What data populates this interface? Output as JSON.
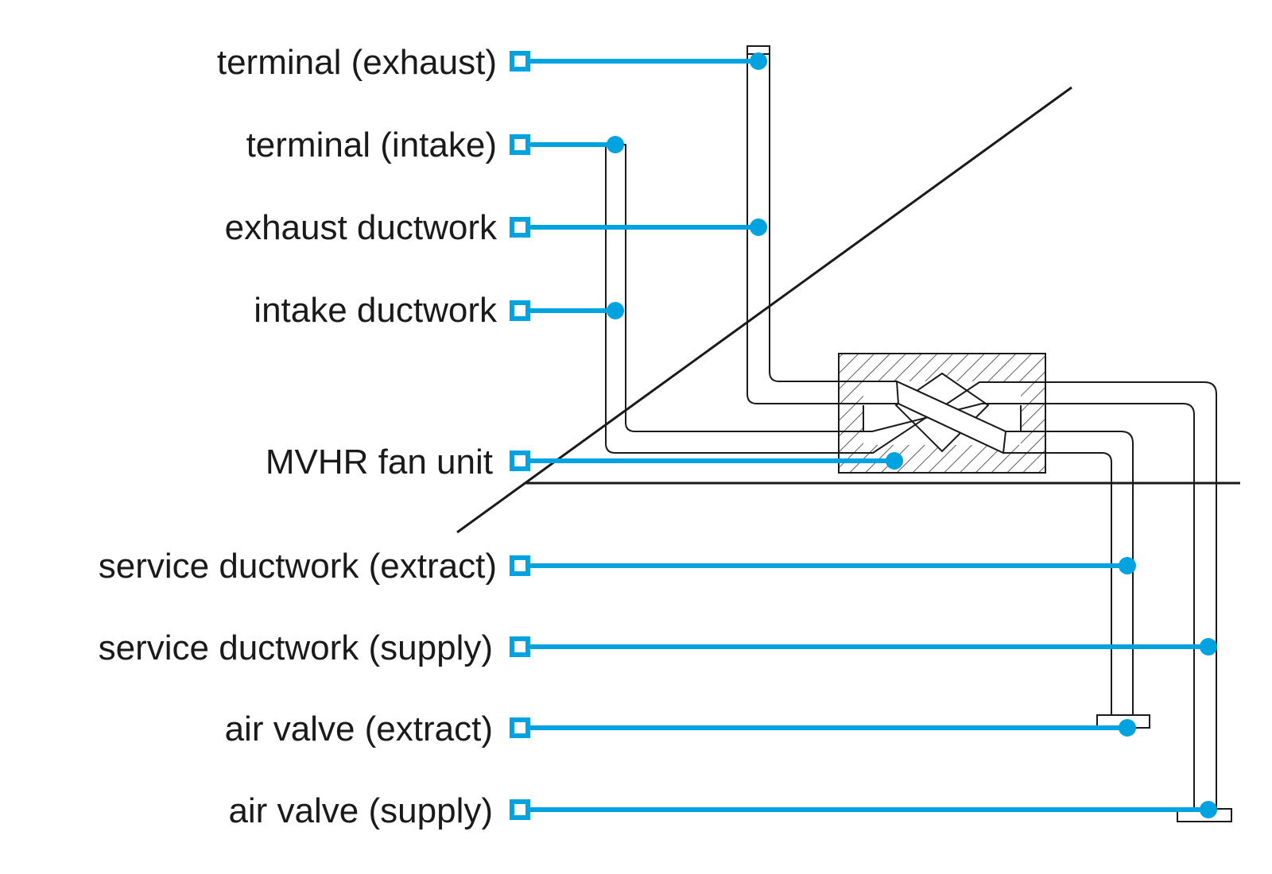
{
  "colors": {
    "callout": "#00a3e0",
    "line": "#1a1a1a",
    "background": "#ffffff"
  },
  "labels": [
    {
      "id": "terminal-exhaust",
      "text": "terminal (exhaust)"
    },
    {
      "id": "terminal-intake",
      "text": "terminal (intake)"
    },
    {
      "id": "exhaust-ductwork",
      "text": "exhaust ductwork"
    },
    {
      "id": "intake-ductwork",
      "text": "intake ductwork"
    },
    {
      "id": "mvhr-fan-unit",
      "text": "MVHR fan unit"
    },
    {
      "id": "service-ductwork-extract",
      "text": "service ductwork (extract)"
    },
    {
      "id": "service-ductwork-supply",
      "text": "service ductwork (supply)"
    },
    {
      "id": "air-valve-extract",
      "text": "air valve (extract)"
    },
    {
      "id": "air-valve-supply",
      "text": "air valve (supply)"
    }
  ]
}
